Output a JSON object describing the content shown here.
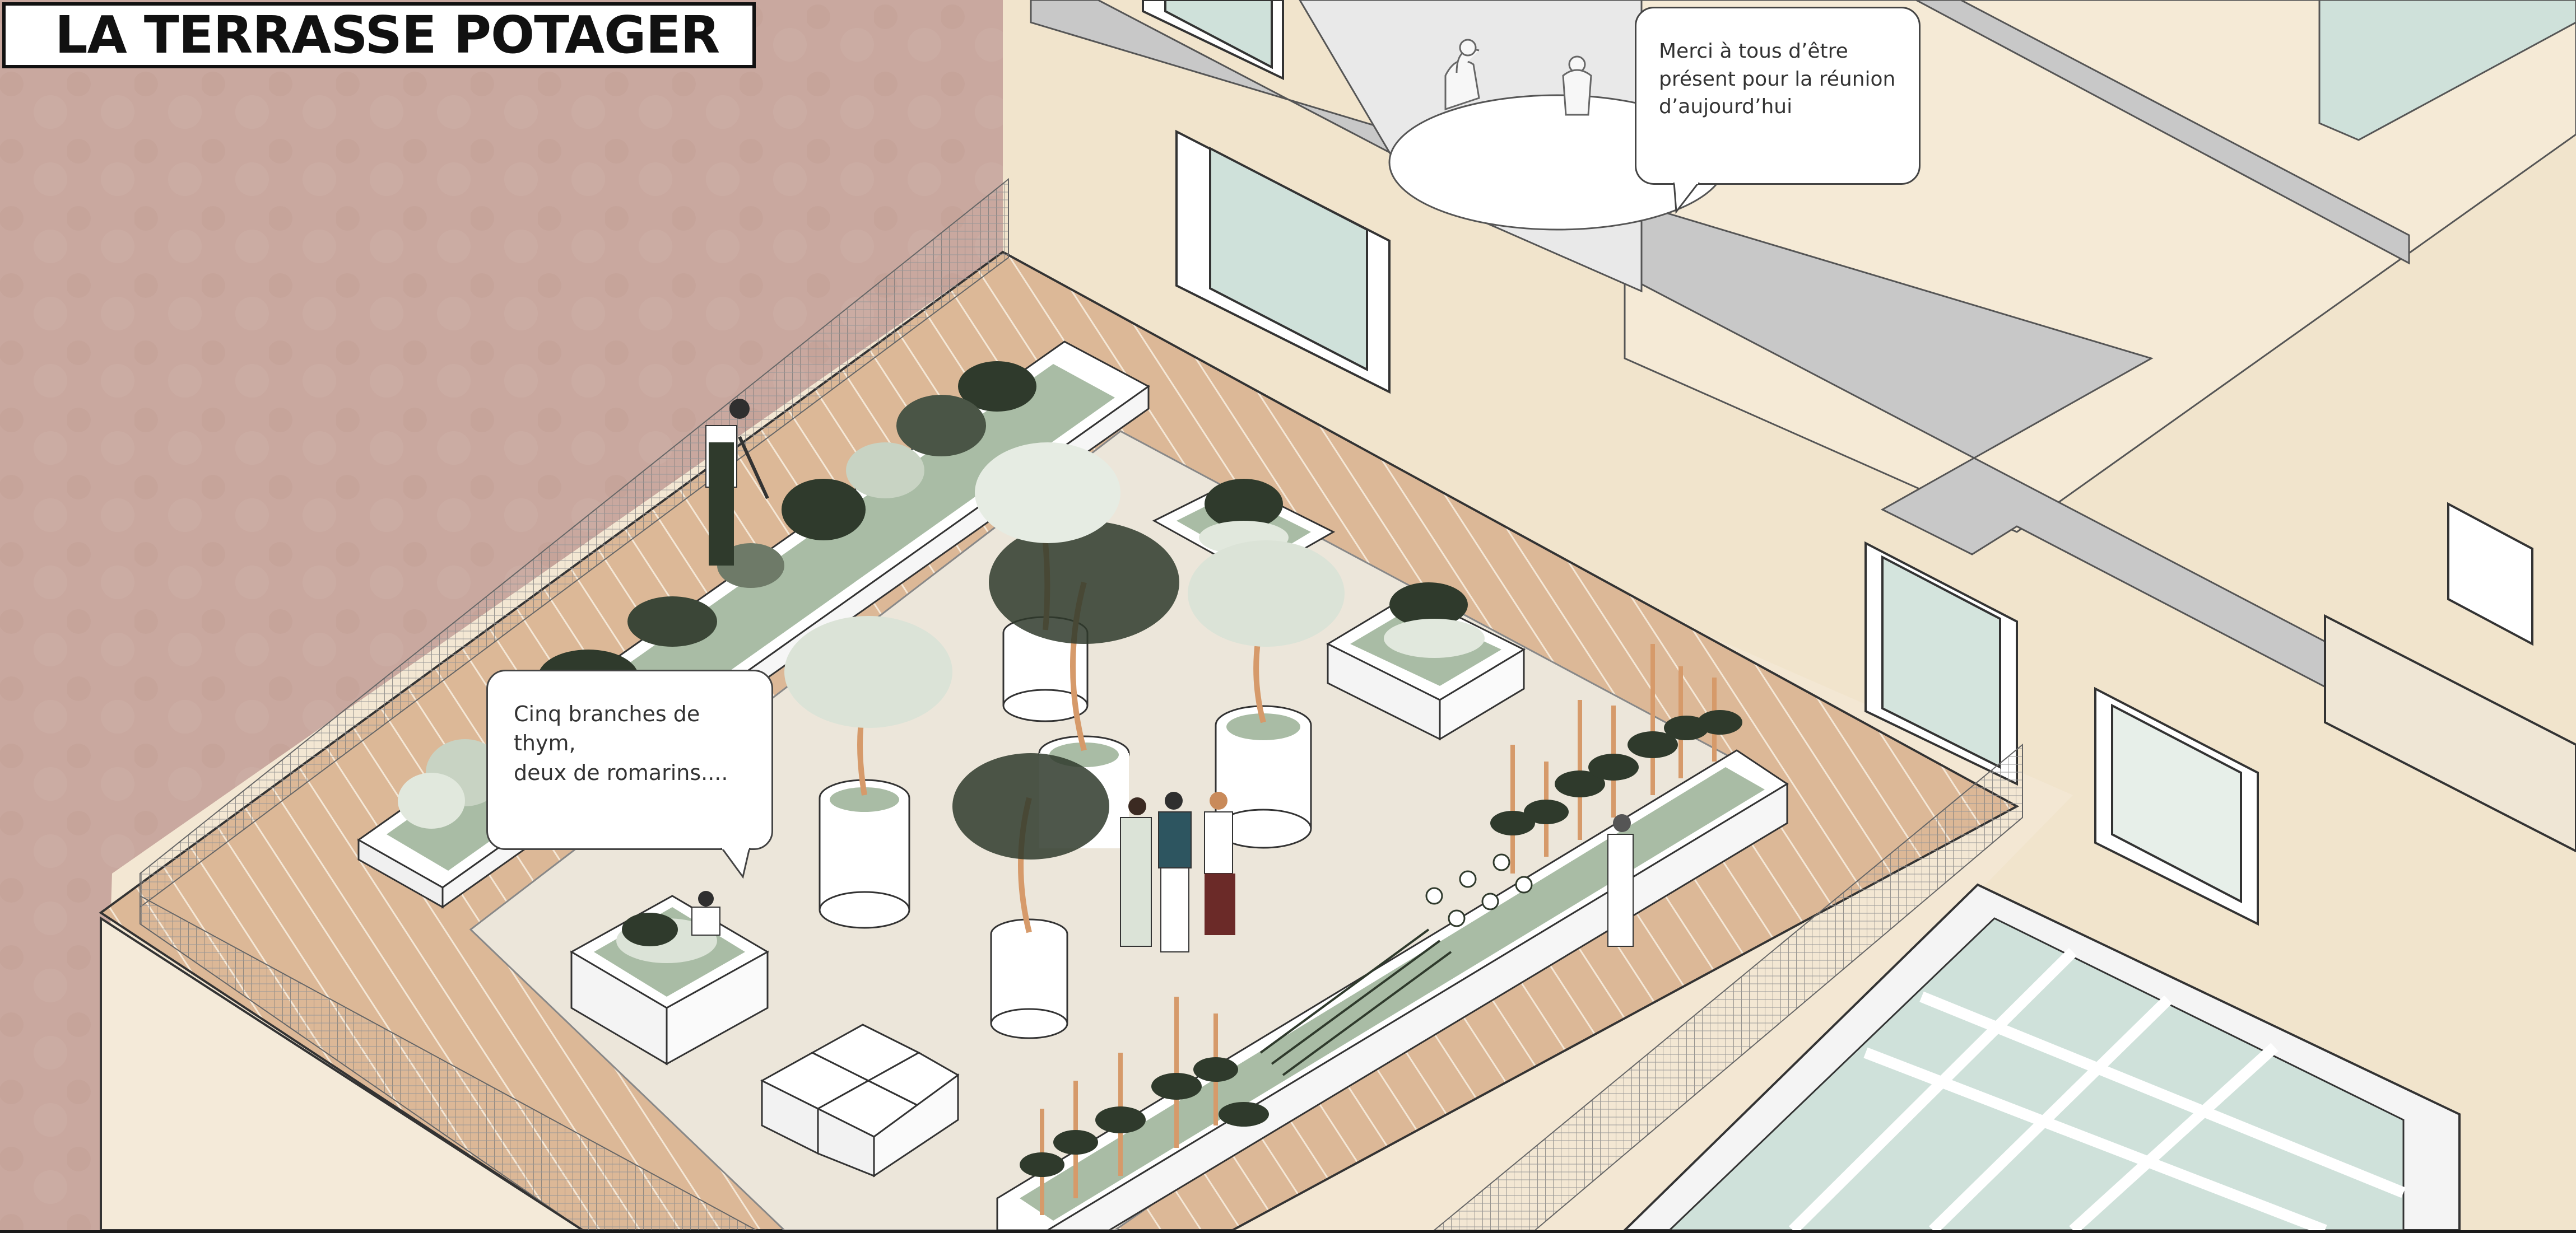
{
  "title": "LA TERRASSE POTAGER",
  "bubbles": {
    "meeting": "Merci à tous d’être\nprésent pour la réunion\nd’aujourd’hui",
    "herbs": "Cinq branches de thym,\ndeux de romarins...."
  },
  "colors": {
    "wall": "#c9a89f",
    "deck": "#dcb897",
    "paving": "#ece6da",
    "planter_white": "#ffffff",
    "soil_green": "#a9bca5",
    "foliage_dark": "#2f3a2c",
    "trunk": "#d69a6a",
    "facade": "#f1e4cc",
    "wall_grey": "#c8c8c8",
    "glass": "#cfe1da",
    "outline": "#222222"
  }
}
